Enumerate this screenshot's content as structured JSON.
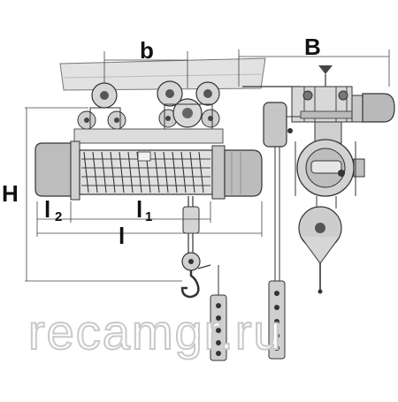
{
  "dimension_labels": {
    "b": "b",
    "B": "B",
    "H": "H",
    "l": "l",
    "l1_main": "l",
    "l1_sub": "1",
    "l2_main": "l",
    "l2_sub": "2"
  },
  "watermark": "recamgr.ru",
  "colors": {
    "ink": "#2a2a2a",
    "line": "#555555",
    "shade": "#cfcfcf",
    "shade_dark": "#9a9a9a",
    "frame": "#e4e4e4"
  }
}
